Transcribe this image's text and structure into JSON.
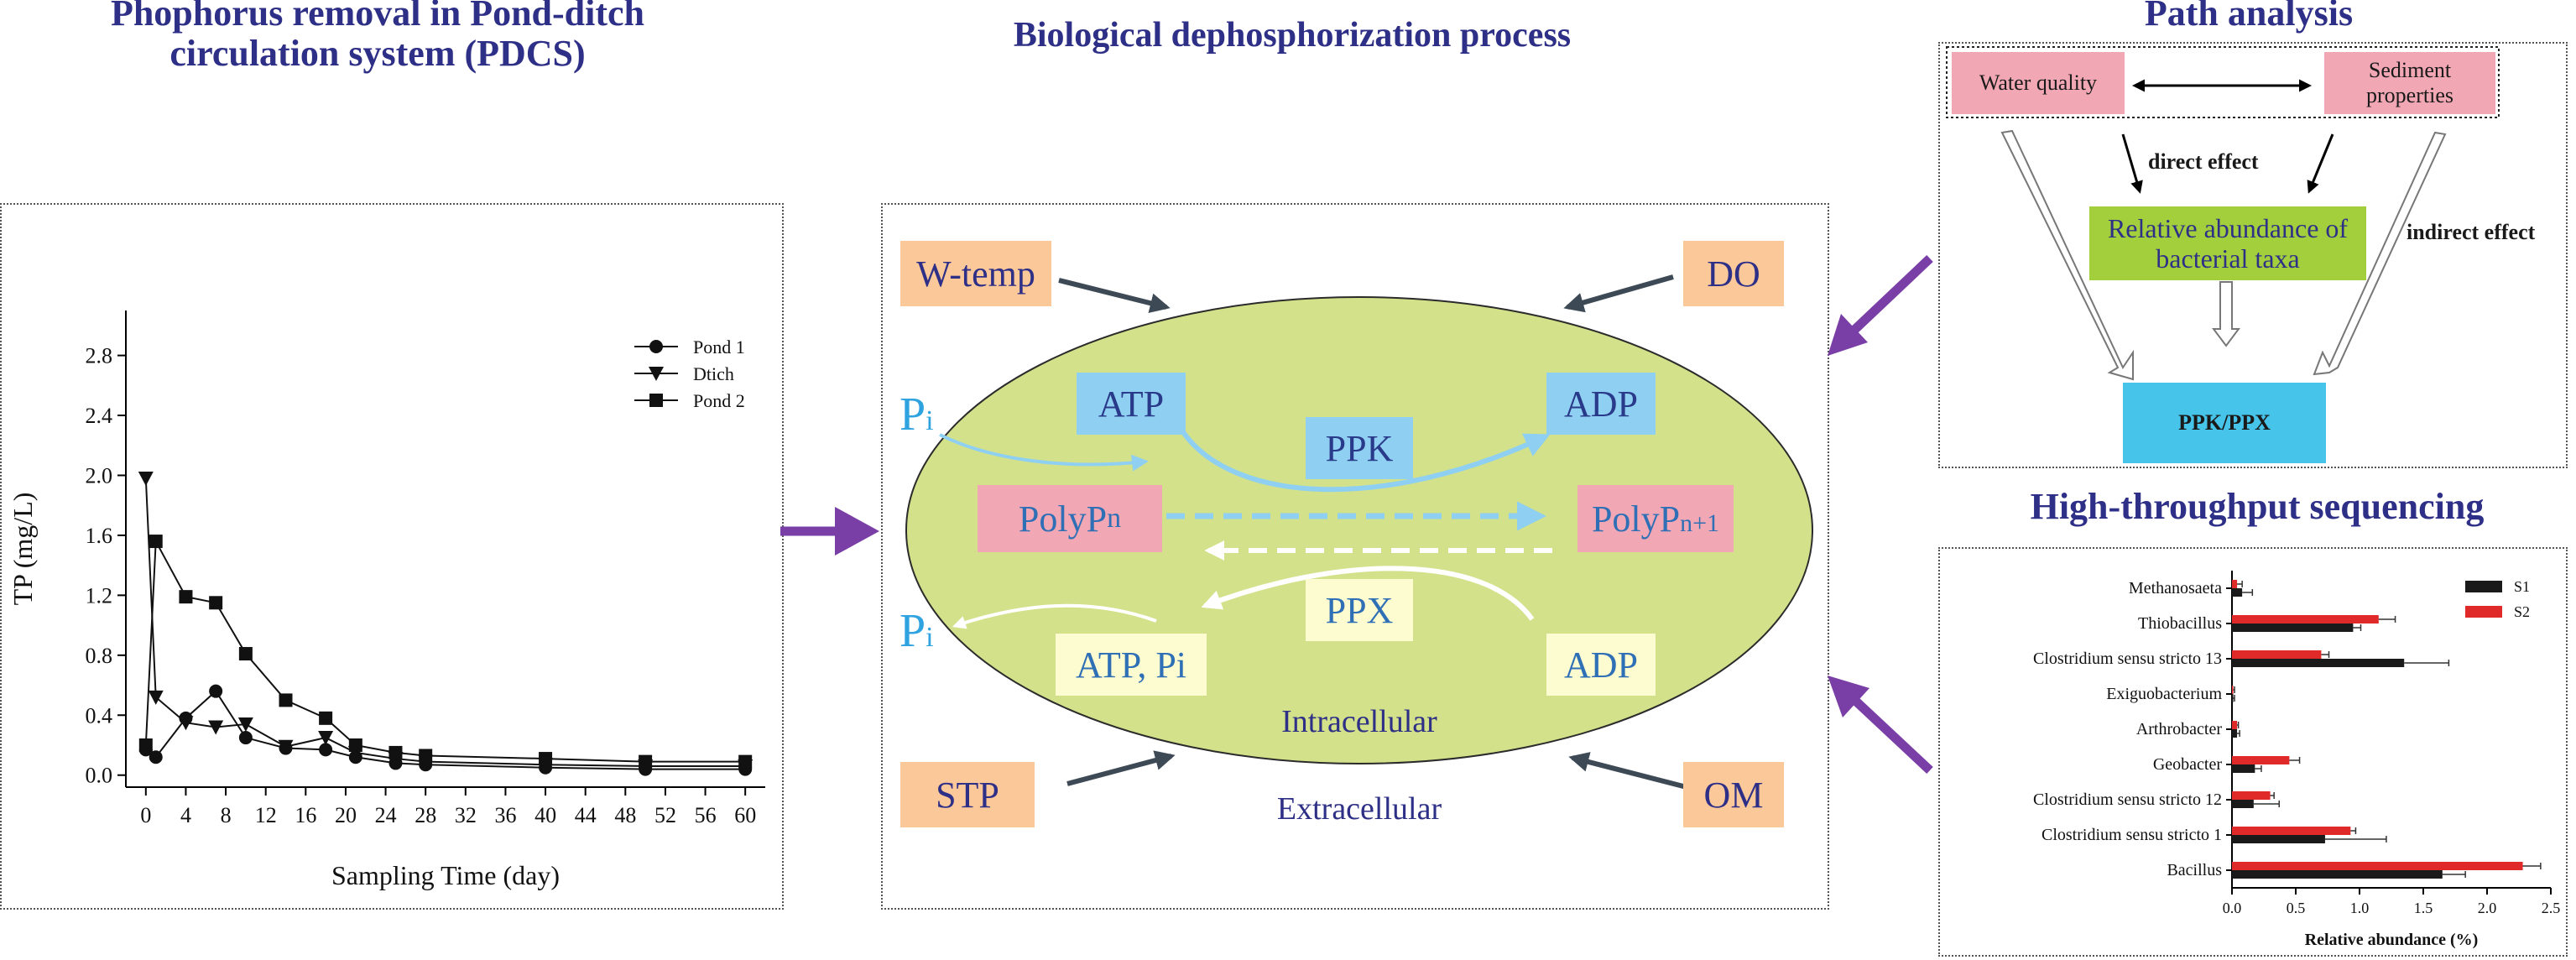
{
  "titles": {
    "left_line1": "Phophorus removal in Pond-ditch",
    "left_line2": "circulation system (PDCS)",
    "center": "Biological dephosphorization process",
    "path": "Path analysis",
    "hts": "High-throughput sequencing"
  },
  "colors": {
    "title": "#2e2f86",
    "ellipse": "#d3e18a",
    "orange_box": "#fbc89a",
    "blue_box": "#8fd0f2",
    "pink_box": "#f2a8b4",
    "cream_box": "#fdfbd0",
    "green_box": "#a3cf3c",
    "ppk_ppx_box": "#46c4ea",
    "purple_arrow": "#7a3fa6",
    "dark_arrow": "#3d4a56",
    "s1": "#1a1a1a",
    "s2": "#e02a2a"
  },
  "process": {
    "factors": {
      "w_temp": "W-temp",
      "do": "DO",
      "stp": "STP",
      "om": "OM"
    },
    "atp": "ATP",
    "adp_top": "ADP",
    "ppk": "PPK",
    "polyp_n_base": "PolyP",
    "polyp_n_sub": "n",
    "polyp_n1_base": "PolyP",
    "polyp_n1_sub": "n+1",
    "ppx": "PPX",
    "atp_pi": "ATP, Pi",
    "adp_bottom": "ADP",
    "pi_base": "P",
    "pi_sub": "i",
    "intracellular": "Intracellular",
    "extracellular": "Extracellular"
  },
  "path_analysis": {
    "water_quality": "Water quality",
    "sediment_line1": "Sediment",
    "sediment_line2": "properties",
    "direct_effect": "direct effect",
    "indirect_effect": "indirect effect",
    "bacteria_line1": "Relative abundance of",
    "bacteria_line2": "bacterial taxa",
    "ppk_ppx": "PPK/PPX"
  },
  "chart_data": [
    {
      "type": "line",
      "xlabel": "Sampling Time (day)",
      "ylabel": "TP (mg/L)",
      "xlim": [
        -2,
        62
      ],
      "ylim": [
        -0.08,
        3.1
      ],
      "xticks": [
        0,
        4,
        8,
        12,
        16,
        20,
        24,
        28,
        32,
        36,
        40,
        44,
        48,
        52,
        56,
        60
      ],
      "yticks": [
        0.0,
        0.4,
        0.8,
        1.2,
        1.6,
        2.0,
        2.4,
        2.8
      ],
      "legend_position": "top-right",
      "series": [
        {
          "name": "Pond 1",
          "marker": "circle",
          "x": [
            0,
            1,
            4,
            7,
            10,
            14,
            18,
            21,
            25,
            28,
            40,
            50,
            60
          ],
          "y": [
            0.17,
            0.12,
            0.38,
            0.56,
            0.25,
            0.18,
            0.17,
            0.12,
            0.08,
            0.07,
            0.05,
            0.04,
            0.04
          ]
        },
        {
          "name": "Dtich",
          "marker": "triangle-down",
          "x": [
            0,
            1,
            4,
            7,
            10,
            14,
            18,
            21,
            25,
            28,
            40,
            50,
            60
          ],
          "y": [
            1.98,
            0.52,
            0.35,
            0.32,
            0.34,
            0.19,
            0.25,
            0.15,
            0.11,
            0.09,
            0.07,
            0.06,
            0.06
          ]
        },
        {
          "name": "Pond 2",
          "marker": "square",
          "x": [
            0,
            1,
            4,
            7,
            10,
            14,
            18,
            21,
            25,
            28,
            40,
            50,
            60
          ],
          "y": [
            0.2,
            1.56,
            1.19,
            1.15,
            0.81,
            0.5,
            0.38,
            0.2,
            0.15,
            0.13,
            0.11,
            0.09,
            0.09
          ]
        }
      ]
    },
    {
      "type": "bar",
      "orientation": "horizontal",
      "xlabel": "Relative abundance (%)",
      "xlim": [
        0,
        2.5
      ],
      "xticks": [
        0.0,
        0.5,
        1.0,
        1.5,
        2.0,
        2.5
      ],
      "legend_position": "top-right",
      "categories": [
        "Methanosaeta",
        "Thiobacillus",
        "Clostridium sensu stricto 13",
        "Exiguobacterium",
        "Arthrobacter",
        "Geobacter",
        "Clostridium sensu stricto 12",
        "Clostridium sensu stricto 1",
        "Bacillus"
      ],
      "series": [
        {
          "name": "S1",
          "values": [
            0.08,
            0.95,
            1.35,
            0.01,
            0.04,
            0.18,
            0.17,
            0.73,
            1.65
          ],
          "errors": [
            0.08,
            0.06,
            0.35,
            0.01,
            0.02,
            0.05,
            0.2,
            0.48,
            0.18
          ]
        },
        {
          "name": "S2",
          "values": [
            0.04,
            1.15,
            0.7,
            0.01,
            0.04,
            0.45,
            0.3,
            0.93,
            2.28
          ],
          "errors": [
            0.04,
            0.13,
            0.06,
            0.01,
            0.01,
            0.08,
            0.03,
            0.04,
            0.14
          ]
        }
      ]
    }
  ]
}
